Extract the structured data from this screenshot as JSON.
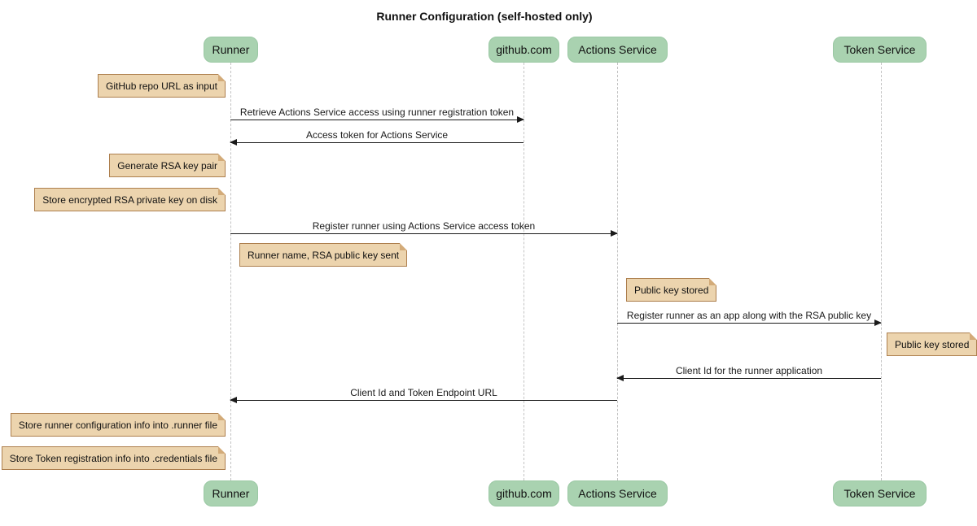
{
  "title": "Runner Configuration (self-hosted only)",
  "colors": {
    "background": "#ffffff",
    "actor_fill": "#a9d2b0",
    "actor_border": "#9bc8a4",
    "note_fill": "#ecd4ae",
    "note_border": "#ad7f4e",
    "note_fold": "#d3ab79",
    "lifeline": "#c3c3c3",
    "arrow": "#1a1a1a",
    "text": "#111111"
  },
  "actors": [
    {
      "id": "runner",
      "label": "Runner"
    },
    {
      "id": "github",
      "label": "github.com"
    },
    {
      "id": "actions-service",
      "label": "Actions Service"
    },
    {
      "id": "token-service",
      "label": "Token Service"
    }
  ],
  "messages": [
    {
      "from": "Runner",
      "to": "github.com",
      "text": "Retrieve Actions Service access using runner registration token"
    },
    {
      "from": "github.com",
      "to": "Runner",
      "text": "Access token for Actions Service"
    },
    {
      "from": "Runner",
      "to": "Actions Service",
      "text": "Register runner using Actions Service access token"
    },
    {
      "from": "Actions Service",
      "to": "Token Service",
      "text": "Register runner as an app along with the RSA public key"
    },
    {
      "from": "Token Service",
      "to": "Actions Service",
      "text": "Client Id for the runner application"
    },
    {
      "from": "Actions Service",
      "to": "Runner",
      "text": "Client Id and Token Endpoint URL"
    }
  ],
  "notes": [
    {
      "position": "left of Runner",
      "text": "GitHub repo URL as input"
    },
    {
      "position": "left of Runner",
      "text": "Generate RSA key pair"
    },
    {
      "position": "left of Runner",
      "text": "Store encrypted RSA private key on disk"
    },
    {
      "position": "right of Runner",
      "text": "Runner name, RSA public key sent"
    },
    {
      "position": "right of Actions Service",
      "text": "Public key stored"
    },
    {
      "position": "right of Token Service",
      "text": "Public key stored"
    },
    {
      "position": "left of Runner",
      "text": "Store runner configuration info into .runner file"
    },
    {
      "position": "left of Runner",
      "text": "Store Token registration info into .credentials file"
    }
  ]
}
